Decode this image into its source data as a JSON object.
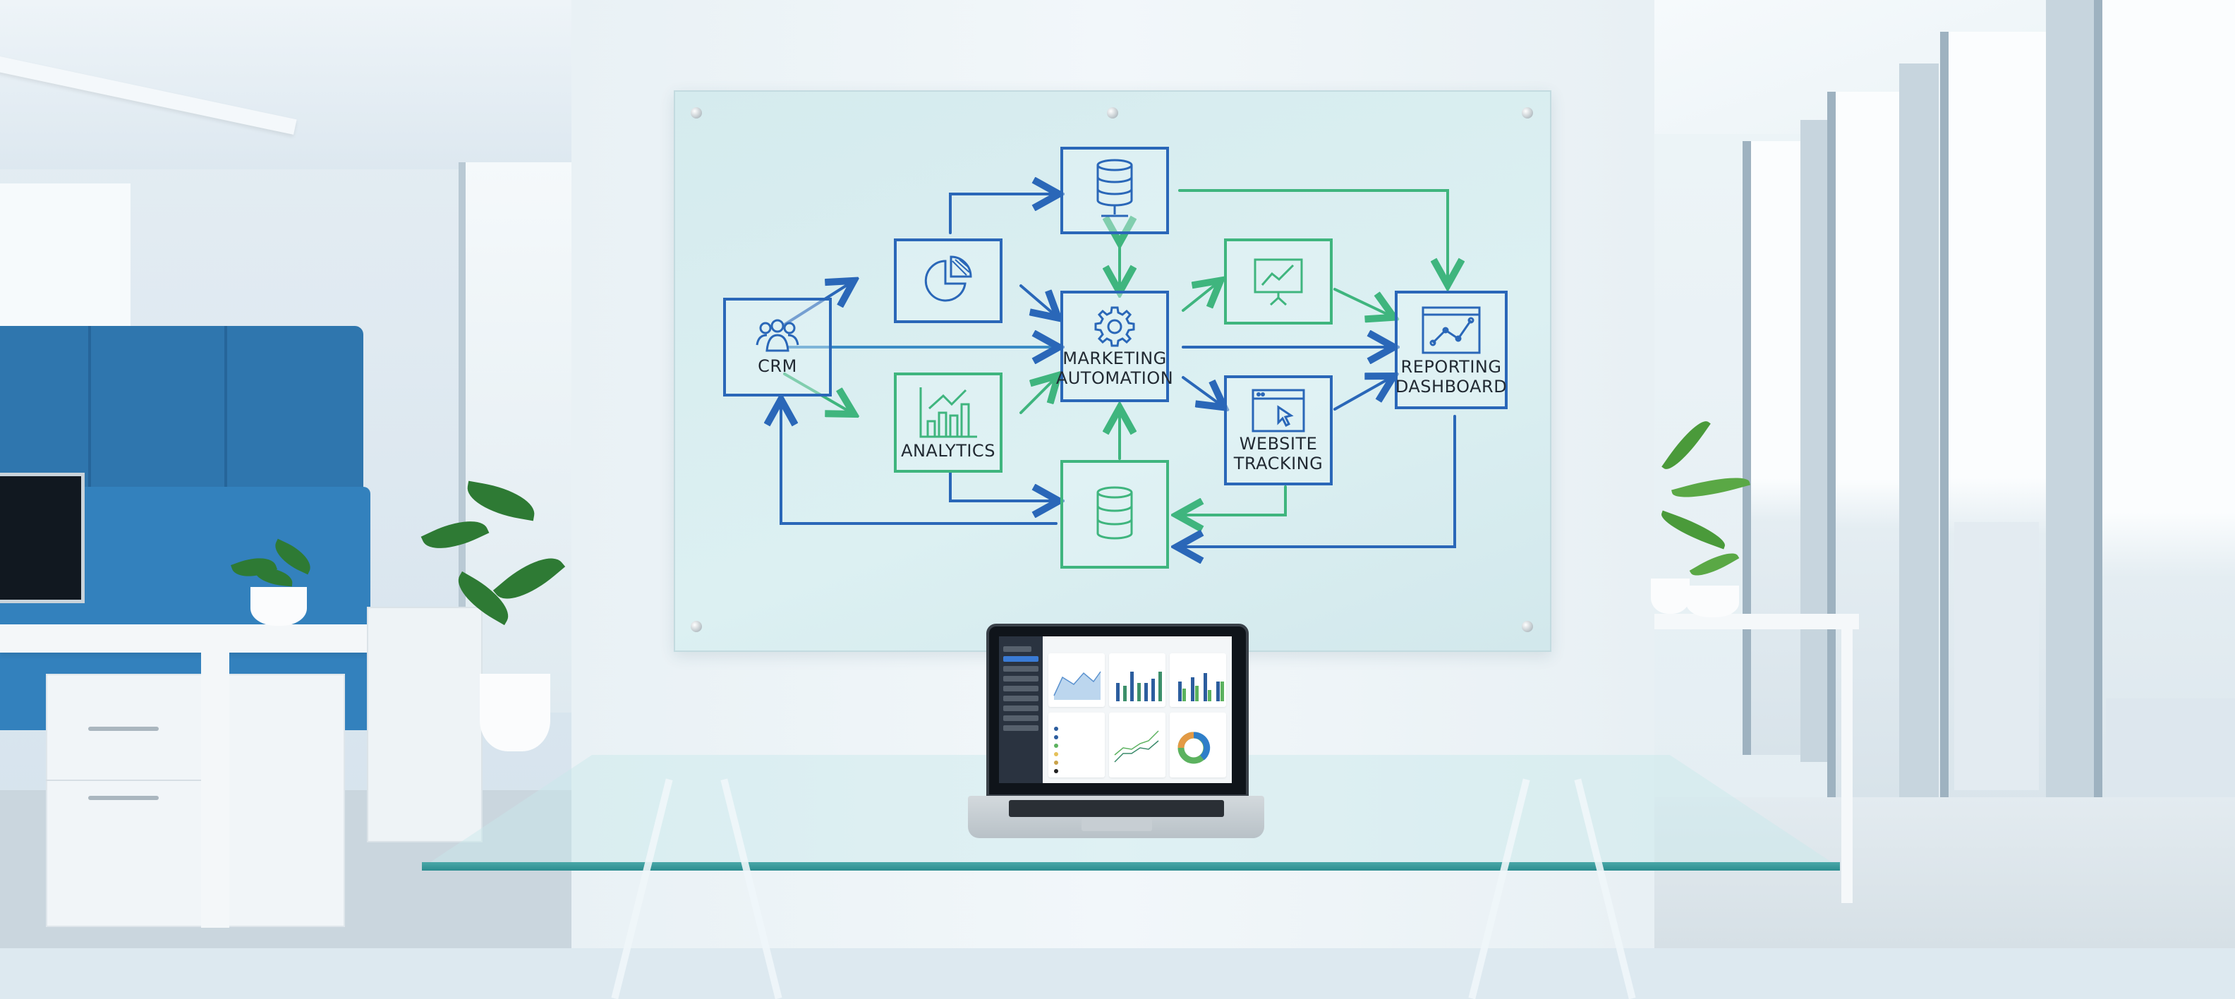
{
  "scene": {
    "description": "Modern bright office with a glass whiteboard showing a marketing tech-stack flow diagram and a laptop displaying an analytics dashboard on a glass desk",
    "colors": {
      "diagram_blue": "#2a67b8",
      "diagram_green": "#3fb57e",
      "cubicle_blue": "#2f76ae",
      "glass_edge": "#2b8c8f",
      "wall": "#eef4f7"
    }
  },
  "whiteboard": {
    "nodes": [
      {
        "id": "crm",
        "label": "CRM",
        "icon": "users-icon",
        "color": "blue"
      },
      {
        "id": "pie",
        "label": "",
        "icon": "pie-chart-icon",
        "color": "blue"
      },
      {
        "id": "db-top",
        "label": "",
        "icon": "database-icon",
        "color": "blue"
      },
      {
        "id": "automation",
        "label_line1": "MARKETING",
        "label_line2": "AUTOMATION",
        "icon": "gear-icon",
        "color": "blue"
      },
      {
        "id": "analytics",
        "label": "ANALYTICS",
        "icon": "bar-chart-icon",
        "color": "green"
      },
      {
        "id": "presentation",
        "label": "",
        "icon": "presentation-chart-icon",
        "color": "green"
      },
      {
        "id": "website",
        "label_line1": "WEBSITE",
        "label_line2": "TRACKING",
        "icon": "browser-cursor-icon",
        "color": "blue"
      },
      {
        "id": "reporting",
        "label_line1": "REPORTING",
        "label_line2": "DASHBOARD",
        "icon": "line-chart-icon",
        "color": "blue"
      },
      {
        "id": "db-bottom",
        "label": "",
        "icon": "database-icon",
        "color": "green"
      }
    ]
  },
  "laptop": {
    "screen": "analytics-dashboard",
    "widgets": [
      "area-chart",
      "bar-chart",
      "grouped-bar-chart",
      "table-list",
      "line-chart",
      "donut-chart"
    ]
  }
}
